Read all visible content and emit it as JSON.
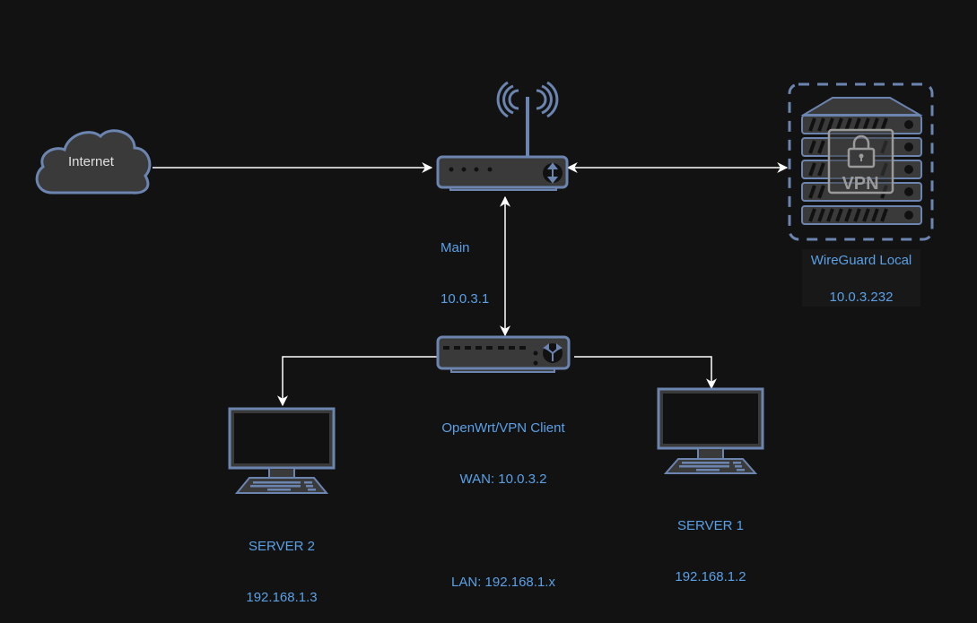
{
  "diagram": {
    "colors": {
      "background": "#121212",
      "node_stroke": "#6c84b0",
      "node_fill": "#3a3a3a",
      "label": "#5aa0e6",
      "edge": "#ffffff"
    },
    "nodes": {
      "internet": {
        "icon": "cloud-icon",
        "label": "Internet"
      },
      "main_router": {
        "icon": "wireless-router-icon",
        "name": "Main",
        "ip": "10.0.3.1"
      },
      "wireguard": {
        "icon": "vpn-server-icon",
        "badge": "VPN",
        "name": "WireGuard Local",
        "ip": "10.0.3.232"
      },
      "openwrt": {
        "icon": "switch-router-icon",
        "name": "OpenWrt/VPN Client",
        "wan": "WAN: 10.0.3.2",
        "lan": "LAN: 192.168.1.x"
      },
      "server2": {
        "icon": "desktop-computer-icon",
        "name": "SERVER 2",
        "ip": "192.168.1.3"
      },
      "server1": {
        "icon": "desktop-computer-icon",
        "name": "SERVER 1",
        "ip": "192.168.1.2"
      }
    },
    "edges": [
      {
        "from": "internet",
        "to": "main_router",
        "direction": "to"
      },
      {
        "from": "main_router",
        "to": "wireguard",
        "direction": "both"
      },
      {
        "from": "main_router",
        "to": "openwrt",
        "direction": "both"
      },
      {
        "from": "openwrt",
        "to": "server2",
        "direction": "to"
      },
      {
        "from": "openwrt",
        "to": "server1",
        "direction": "to"
      }
    ]
  }
}
